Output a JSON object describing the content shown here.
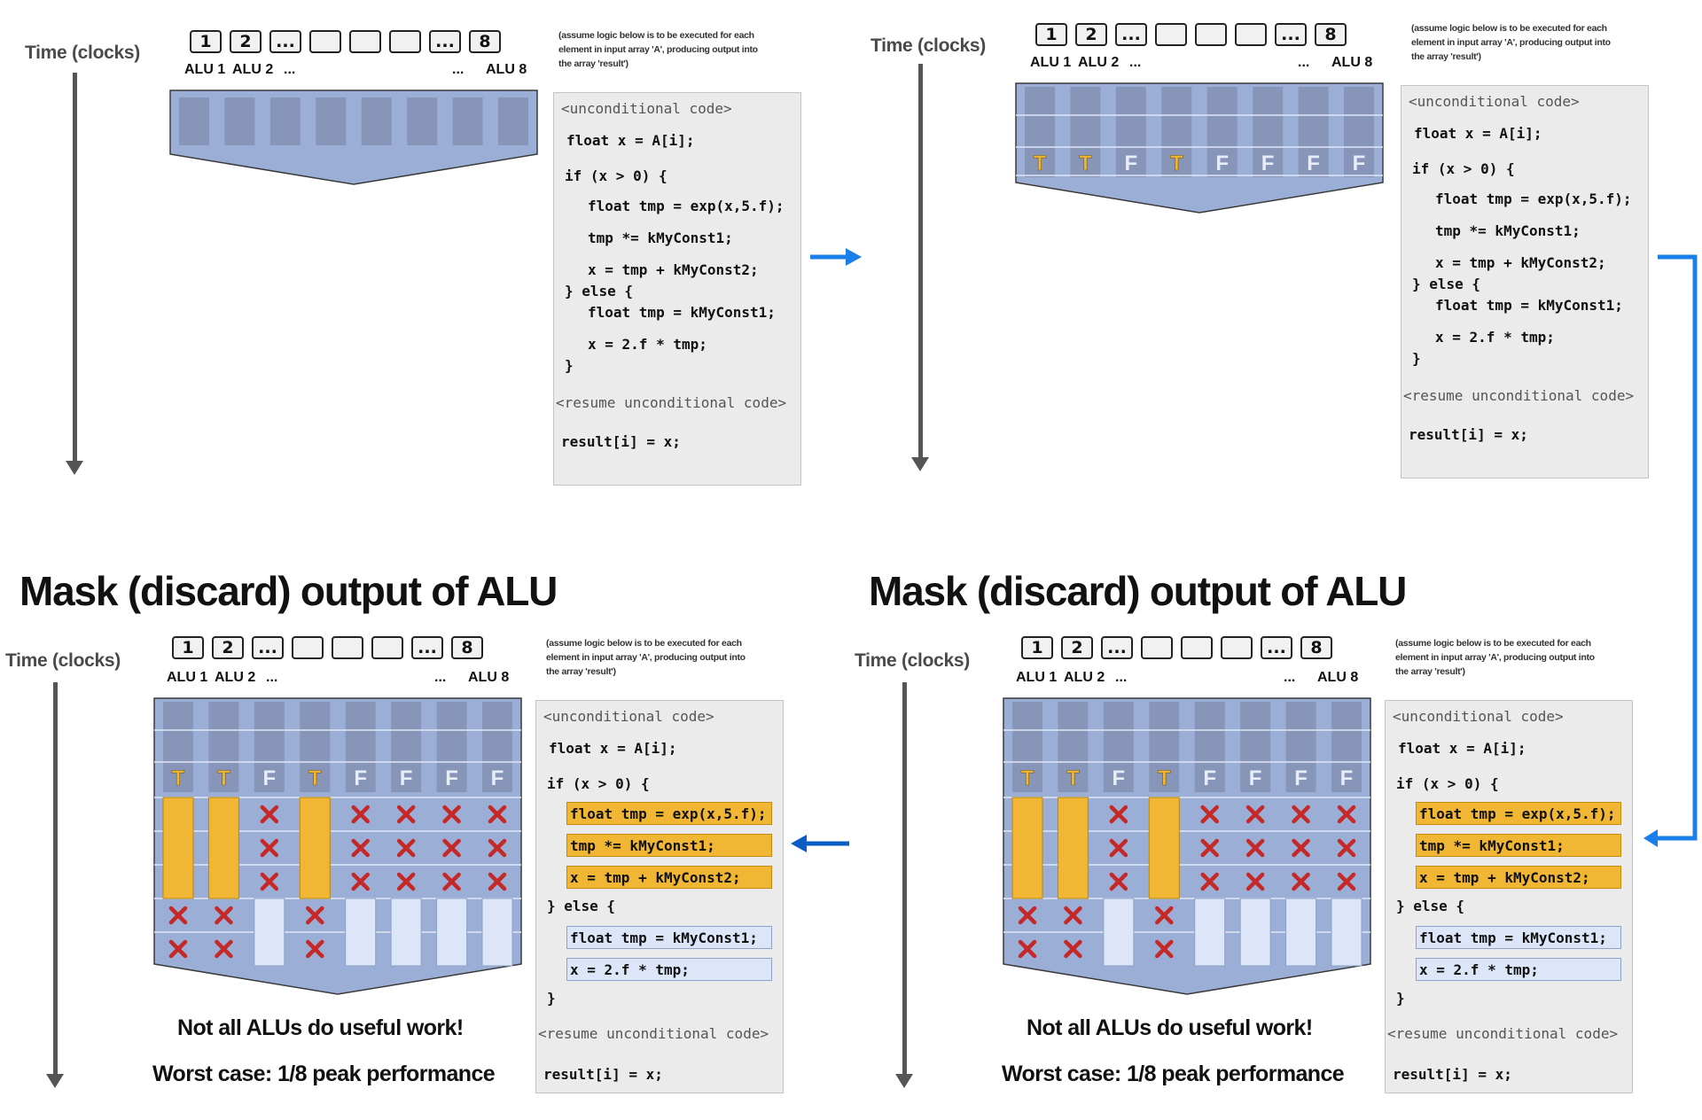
{
  "common": {
    "time_label": "Time (clocks)",
    "alu_numbers": [
      "1",
      "2",
      "...",
      "",
      "",
      "",
      "...",
      "8"
    ],
    "alu_captions": {
      "alu1": "ALU 1",
      "alu2": "ALU 2",
      "dots_left": "...",
      "dots_right": "...",
      "alu8": "ALU 8"
    },
    "note": "(assume logic below is to be executed for each element in input array 'A', producing output into the array 'result')",
    "code": {
      "unconditional": "<unconditional code>",
      "line_float_x": "float x = A[i];",
      "line_if": "if (x > 0) {",
      "line_exp": "float tmp = exp(x,5.f);",
      "line_mul": "tmp *= kMyConst1;",
      "line_add": "x = tmp + kMyConst2;",
      "line_else": "} else {",
      "line_tmp_const": "float tmp = kMyConst1;",
      "line_2f": "x = 2.f * tmp;",
      "line_close": "}",
      "resume": "<resume unconditional code>",
      "result": "result[i] = x;"
    },
    "lane_flags": [
      "T",
      "T",
      "F",
      "T",
      "F",
      "F",
      "F",
      "F"
    ]
  },
  "masked_panels": {
    "heading": "Mask (discard) output of ALU",
    "caption_1": "Not all ALUs do useful work!",
    "caption_2": "Worst case: 1/8 peak performance"
  },
  "colors": {
    "alu_body": "#9aaed6",
    "alu_lane": "#8796b8",
    "true_active": "#f0b634",
    "false_active": "#dde6f8",
    "mask_x": "#c62828",
    "flow_arrow": "#1a7fe8",
    "axis": "#555555"
  },
  "icons": {
    "discard": "x-mark-icon",
    "flow": "arrow-icon"
  }
}
